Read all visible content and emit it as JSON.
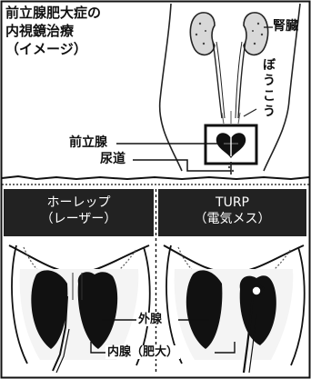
{
  "title_lines": [
    "前立腺肥大症の",
    "内視鏡治療",
    "（イメージ）"
  ],
  "labels": {
    "kidney": "腎臓",
    "bladder_chars": [
      "ぼ",
      "う",
      "こ",
      "う"
    ],
    "prostate": "前立腺",
    "urethra": "尿道"
  },
  "panels": {
    "left": {
      "line1": "ホーレップ",
      "line2": "（レーザー）"
    },
    "right": {
      "line1": "TURP",
      "line2": "（電気メス）"
    }
  },
  "lower_labels": {
    "outer": "外腺",
    "inner": "内腺（肥大）"
  }
}
